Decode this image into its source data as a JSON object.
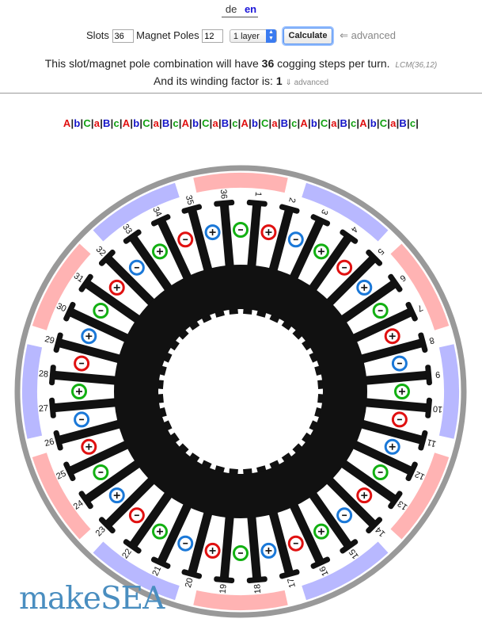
{
  "lang": {
    "de": "de",
    "en": "en"
  },
  "form": {
    "slots_label": "Slots",
    "slots_value": "36",
    "poles_label": "Magnet Poles",
    "poles_value": "12",
    "layers_selected": "1 layer",
    "calculate_label": "Calculate",
    "advanced_label": "⇐ advanced"
  },
  "result": {
    "cogging_prefix": "This slot/magnet pole combination will have",
    "cogging_steps": "36",
    "cogging_suffix": "cogging steps per turn.",
    "lcm_note": "LCM(36,12)",
    "winding_prefix": "And its winding factor is:",
    "winding_factor": "1",
    "winding_advanced_label": "⇓ advanced"
  },
  "winding_sequence": [
    "A",
    "b",
    "C",
    "a",
    "B",
    "c",
    "A",
    "b",
    "C",
    "a",
    "B",
    "c",
    "A",
    "b",
    "C",
    "a",
    "B",
    "c",
    "A",
    "b",
    "C",
    "a",
    "B",
    "c",
    "A",
    "b",
    "C",
    "a",
    "B",
    "c",
    "A",
    "b",
    "C",
    "a",
    "B",
    "c"
  ],
  "diagram": {
    "slot_count": 36,
    "pole_count": 12,
    "slot_labels": [
      "1",
      "2",
      "3",
      "4",
      "5",
      "6",
      "7",
      "8",
      "9",
      "10",
      "11",
      "12",
      "13",
      "14",
      "15",
      "16",
      "17",
      "18",
      "19",
      "20",
      "21",
      "22",
      "23",
      "24",
      "25",
      "26",
      "27",
      "28",
      "29",
      "30",
      "31",
      "32",
      "33",
      "34",
      "35",
      "36"
    ],
    "magnet_colors": [
      "#ffb3b3",
      "#b8b8ff"
    ],
    "phase_colors": {
      "A": "#e01010",
      "B": "#1a78d8",
      "C": "#12b012"
    },
    "stator_color": "#111111",
    "housing_color": "#999999"
  },
  "logo": {
    "text_a": "make",
    "text_b": "SEA"
  }
}
